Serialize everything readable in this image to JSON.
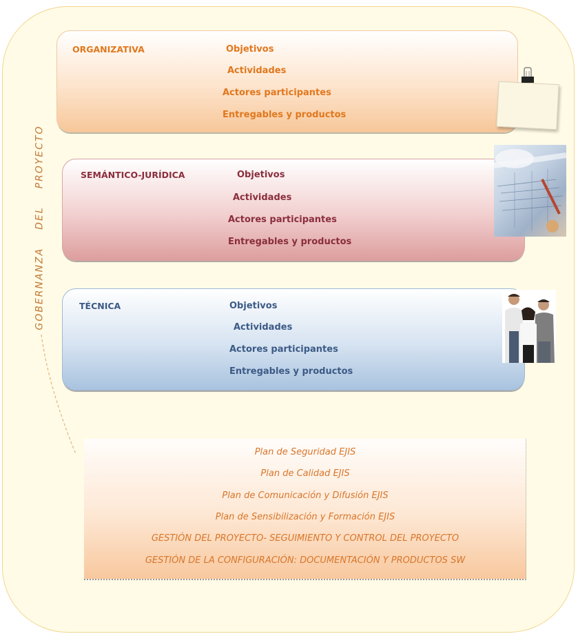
{
  "side_label": {
    "word1": "GOBERNANZA",
    "word2": "DEL",
    "word3": "PROYECTO"
  },
  "panels": [
    {
      "title": "ORGANIZATIVA",
      "items": [
        "Objetivos",
        "Actividades",
        "Actores participantes",
        "Entregables y productos"
      ],
      "image_icon": "sticky-note-icon"
    },
    {
      "title": "SEMÁNTICO-JURÍDICA",
      "items": [
        "Objetivos",
        "Actividades",
        "Actores participantes",
        "Entregables y productos"
      ],
      "image_icon": "blueprint-photo-icon"
    },
    {
      "title": "TÉCNICA",
      "items": [
        "Objetivos",
        "Actividades",
        "Actores participantes",
        "Entregables y productos"
      ],
      "image_icon": "team-photo-icon"
    }
  ],
  "plans": [
    "Plan de Seguridad EJIS",
    "Plan de Calidad EJIS",
    "Plan de Comunicación y Difusión EJIS",
    "Plan de Sensibilización y Formación EJIS",
    "GESTIÓN DEL PROYECTO- SEGUIMIENTO Y CONTROL DEL PROYECTO",
    "GESTIÓN DE LA CONFIGURACIÓN: DOCUMENTACIÓN Y PRODUCTOS SW"
  ],
  "colors": {
    "organizativa": "#e0781e",
    "semantico": "#8a2e3c",
    "tecnica": "#3c5a86",
    "plans_text": "#d8762a",
    "outer_bg": "#fffbe6"
  }
}
